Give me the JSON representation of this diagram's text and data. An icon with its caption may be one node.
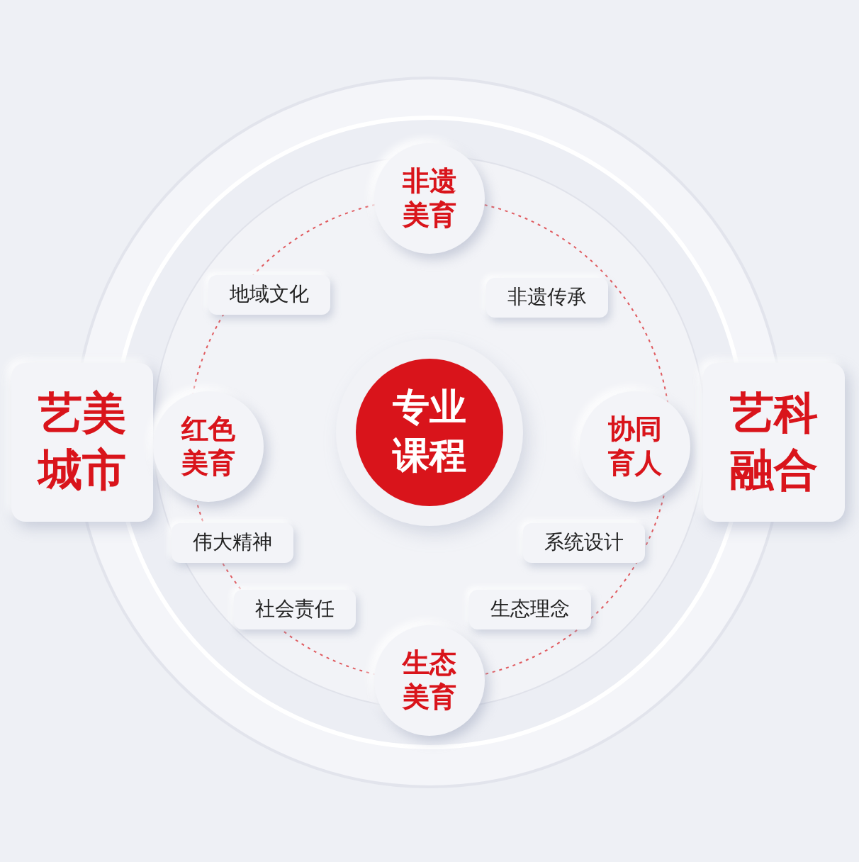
{
  "diagram": {
    "nodes": [
      {
        "text": [
          "非遗美育"
        ]
      },
      {
        "text": [
          "地域文化"
        ]
      },
      {
        "text": [
          "非遗传承"
        ]
      },
      {
        "text": [
          "艺美城市"
        ]
      },
      {
        "text": [
          "红色美育"
        ]
      },
      {
        "text": [
          "专业课程"
        ]
      },
      {
        "text": [
          "协同育人"
        ]
      },
      {
        "text": [
          "艺科融合"
        ]
      },
      {
        "text": [
          "伟大精神"
        ]
      },
      {
        "text": [
          "系统设计"
        ]
      },
      {
        "text": [
          "社会责任"
        ]
      },
      {
        "text": [
          "生态理念"
        ]
      },
      {
        "text": [
          "生态美育"
        ]
      }
    ]
  }
}
